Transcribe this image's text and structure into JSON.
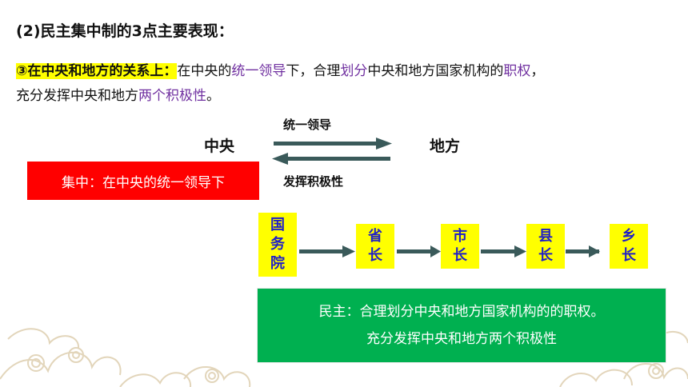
{
  "heading": "(2)民主集中制的3点主要表现：",
  "paragraph": {
    "highlight": "③在中央和地方的关系上：",
    "seg1": "在中央的",
    "seg2": "统一领导",
    "seg3": "下，合理",
    "seg4": "划分",
    "seg5": "中央和地方国家机构的",
    "seg6": "职权",
    "seg7": "，",
    "seg8": "充分发挥中央和地方",
    "seg9": "两个积极性",
    "seg10": "。"
  },
  "diagram": {
    "left_label": "中央",
    "right_label": "地方",
    "top_arrow_label": "统一领导",
    "bottom_arrow_label": "发挥积极性"
  },
  "red_box": "集中：在中央的统一领导下",
  "hierarchy": [
    {
      "line1": "国",
      "line2": "务",
      "line3": "院"
    },
    {
      "line1": "省",
      "line2": "长"
    },
    {
      "line1": "市",
      "line2": "长"
    },
    {
      "line1": "县",
      "line2": "长"
    },
    {
      "line1": "乡",
      "line2": "长"
    }
  ],
  "green_box": {
    "line1": "民主：合理划分中央和地方国家机构的的职权。",
    "line2": "充分发挥中央和地方两个积极性"
  },
  "colors": {
    "highlight": "#ffff00",
    "purple_text": "#7030a0",
    "red_box": "#ff0000",
    "green_box": "#00b050",
    "hierarchy_box": "#ffff00",
    "hierarchy_text": "#1f1fc8",
    "arrow": "#3a5a5a"
  }
}
